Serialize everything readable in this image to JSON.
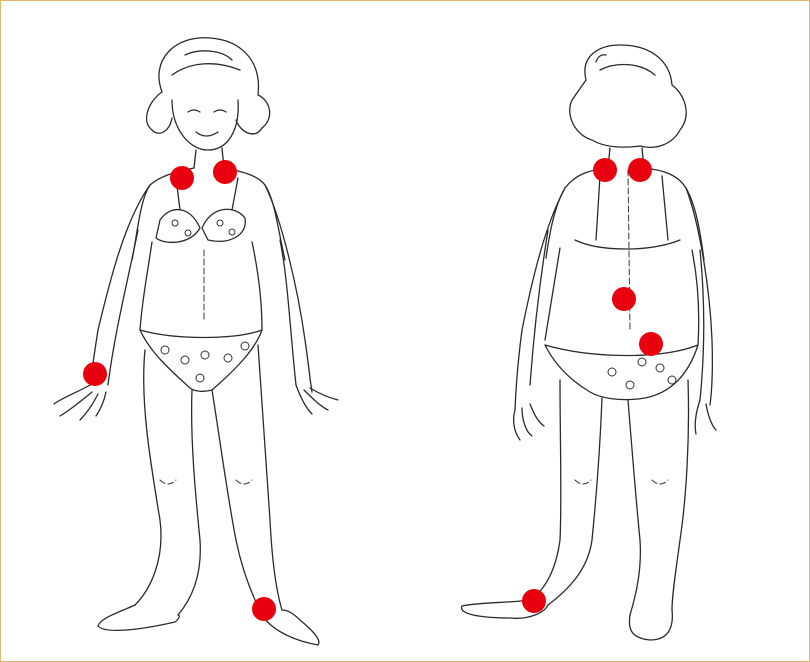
{
  "figures": [
    {
      "view": "front",
      "markers": [
        {
          "site": "neck-right-side"
        },
        {
          "site": "neck-left-side"
        },
        {
          "site": "wrist"
        },
        {
          "site": "ankle"
        }
      ]
    },
    {
      "view": "back",
      "markers": [
        {
          "site": "upper-back-left"
        },
        {
          "site": "upper-back-right"
        },
        {
          "site": "lower-back"
        },
        {
          "site": "hip"
        },
        {
          "site": "heel"
        }
      ]
    }
  ],
  "colors": {
    "frame_border": "#e2b76a",
    "marker": "#e8000e",
    "line_art": "#2b2b2b",
    "background": "#ffffff"
  }
}
